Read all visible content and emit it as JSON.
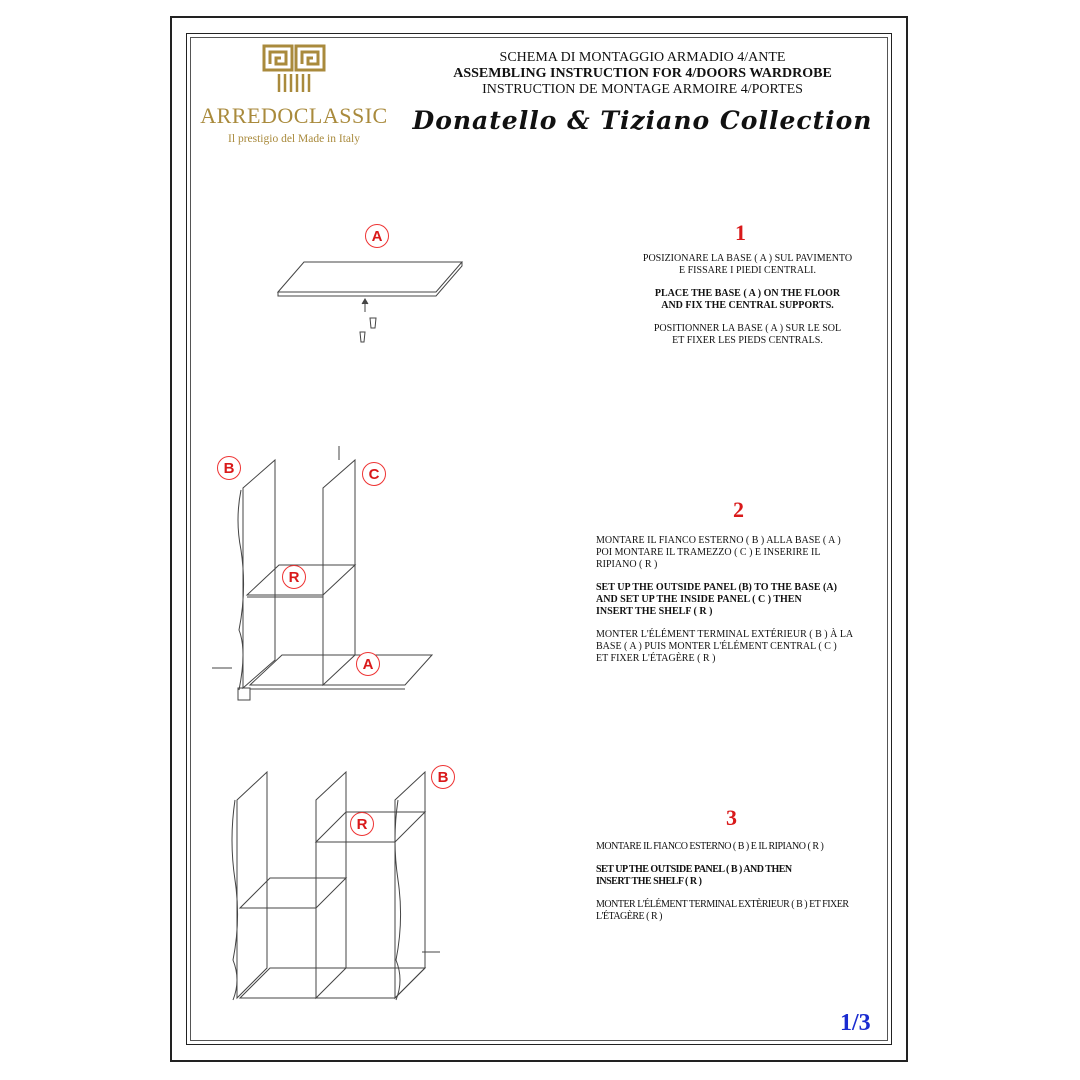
{
  "logo": {
    "brand": "ARREDOCLASSIC",
    "tagline": "Il prestigio del Made in Italy",
    "color": "#a98a3c"
  },
  "header": {
    "title_it": "SCHEMA DI MONTAGGIO ARMADIO 4/ANTE",
    "title_en": "ASSEMBLING INSTRUCTION FOR 4/DOORS WARDROBE",
    "title_fr": "INSTRUCTION DE MONTAGE ARMOIRE 4/PORTES",
    "collection": "Donatello & Tiziano Collection"
  },
  "steps": [
    {
      "number": "1",
      "it": [
        "POSIZIONARE LA BASE  ( A ) SUL PAVIMENTO",
        "E FISSARE I PIEDI CENTRALI."
      ],
      "en": [
        "PLACE THE BASE ( A ) ON THE FLOOR",
        "AND FIX THE CENTRAL SUPPORTS."
      ],
      "fr": [
        "POSITIONNER LA BASE ( A ) SUR LE SOL",
        "ET FIXER LES PIEDS CENTRALS."
      ],
      "labels": [
        "A"
      ]
    },
    {
      "number": "2",
      "it": [
        "MONTARE IL FIANCO ESTERNO ( B ) ALLA BASE ( A )",
        "POI MONTARE IL TRAMEZZO ( C ) E INSERIRE IL",
        "RIPIANO ( R )"
      ],
      "en": [
        "SET UP THE OUTSIDE PANEL (B) TO THE BASE (A)",
        "AND SET UP THE INSIDE PANEL ( C ) THEN",
        "INSERT THE SHELF ( R )"
      ],
      "fr": [
        "MONTER L'ÉLÉMENT TERMINAL EXTÉRIEUR ( B ) À LA",
        "BASE ( A ) PUIS MONTER L'ÉLÉMENT CENTRAL ( C )",
        "ET FIXER L'ÉTAGÈRE ( R )"
      ],
      "labels": [
        "B",
        "C",
        "R",
        "A"
      ]
    },
    {
      "number": "3",
      "it": [
        "MONTARE  IL FIANCO ESTERNO  ( B ) E IL RIPIANO ( R )"
      ],
      "en": [
        "SET UP THE OUTSIDE PANEL ( B ) AND THEN",
        "INSERT THE SHELF ( R )"
      ],
      "fr": [
        "MONTER L'ÉLÉMENT TERMINAL EXTÈRIEUR ( B ) ET FIXER",
        "L'ÉTAGÈRE ( R )"
      ],
      "labels": [
        "B",
        "R"
      ]
    }
  ],
  "page_number": "1/3",
  "colors": {
    "step_red": "#d9191a",
    "page_blue": "#1a2bd0"
  }
}
